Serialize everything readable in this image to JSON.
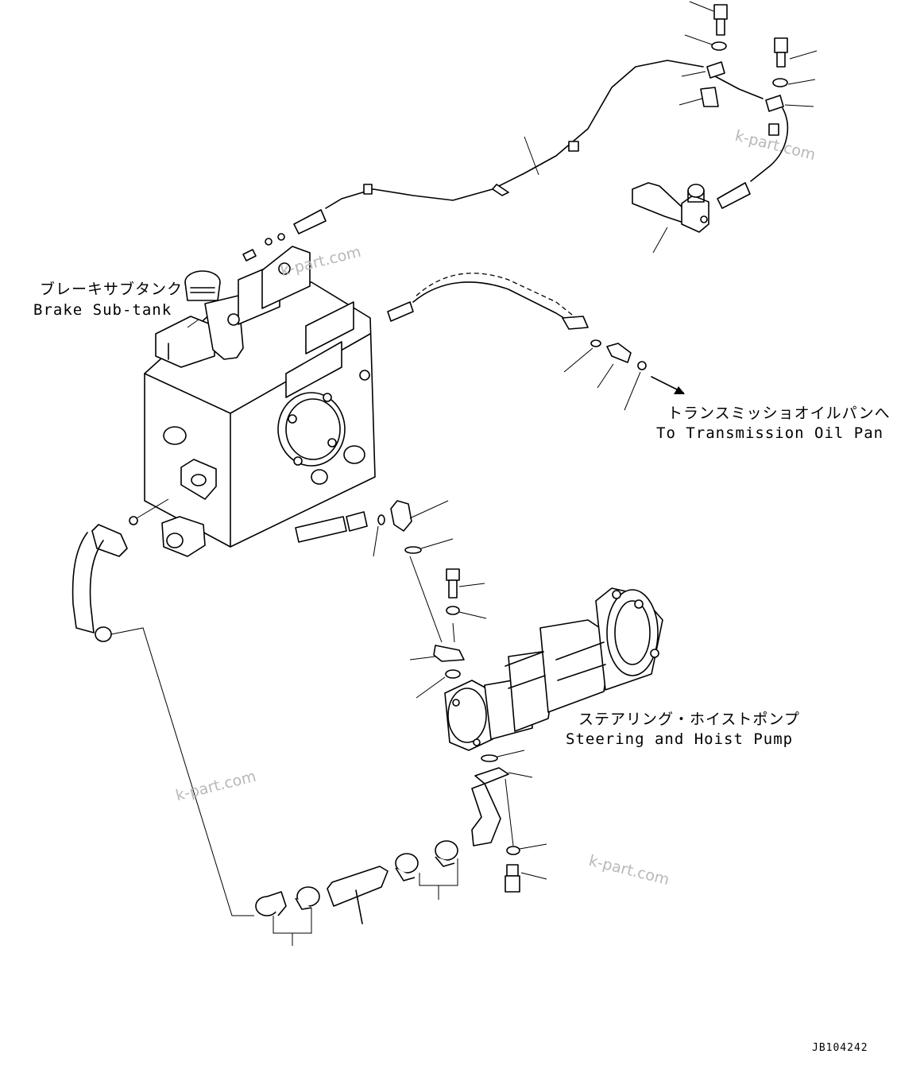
{
  "labels": {
    "brake_subtank_jp": "ブレーキサブタンク",
    "brake_subtank_en": "Brake Sub-tank",
    "transmission_jp": "トランスミッショオイルパンへ",
    "transmission_en": "To Transmission Oil Pan",
    "pump_jp": "ステアリング・ホイストポンプ",
    "pump_en": "Steering and Hoist Pump"
  },
  "watermarks": [
    "k-part.com",
    "k-part.com",
    "k-part.com",
    "k-part.com"
  ],
  "drawing_code": "JB104242"
}
